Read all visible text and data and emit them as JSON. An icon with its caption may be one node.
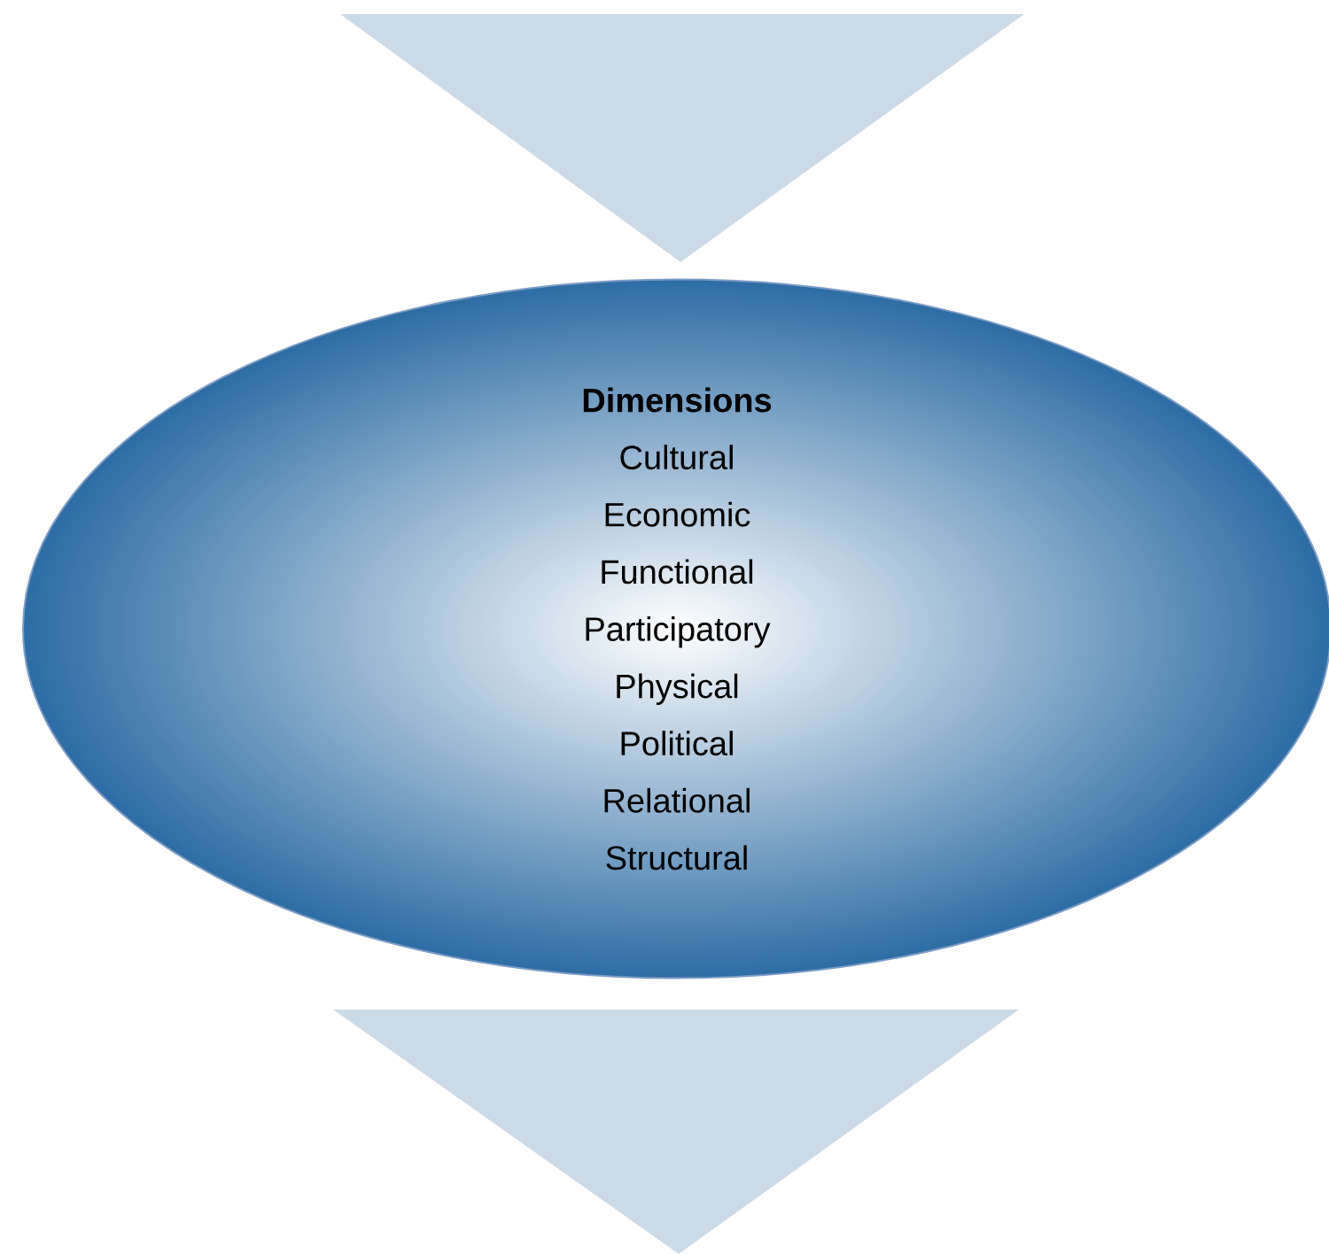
{
  "diagram": {
    "nodes": [
      {
        "text": [],
        "shape": "triangle"
      },
      {
        "text": [
          "Dimensions",
          "Cultural",
          "Economic",
          "Functional",
          "Participatory",
          "Physical",
          "Political",
          "Relational",
          "Structural"
        ]
      },
      {
        "text": [],
        "shape": "triangle"
      }
    ]
  }
}
